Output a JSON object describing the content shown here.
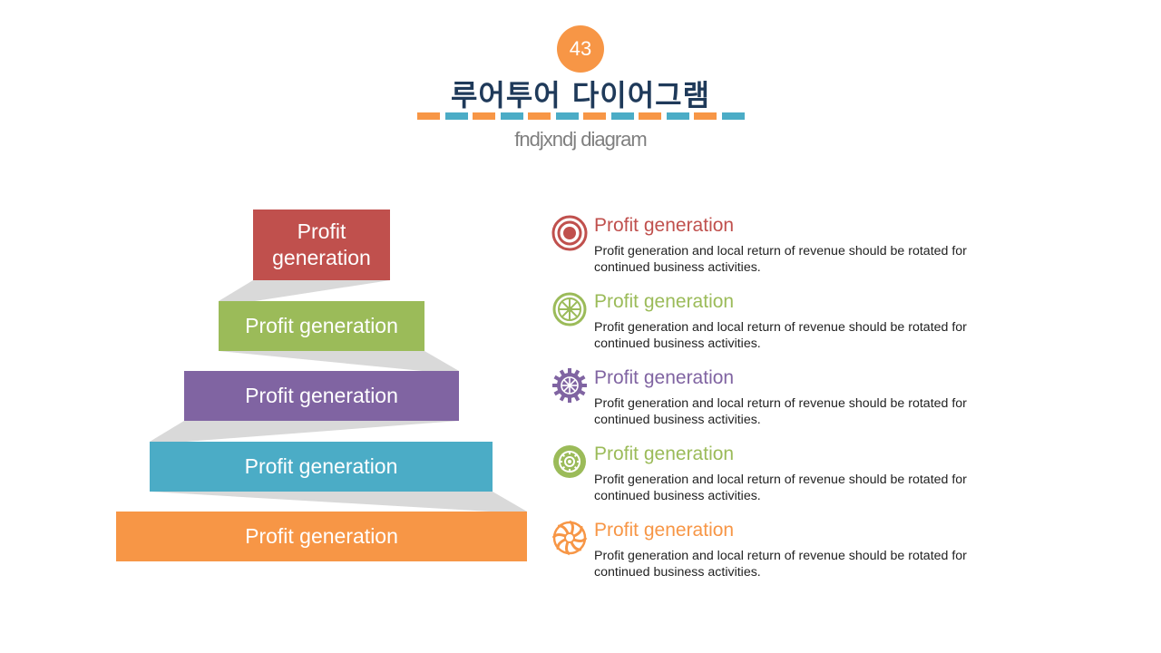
{
  "header": {
    "number": "43",
    "title": "루어투어 다이어그램",
    "subtitle": "fndjxndj diagram"
  },
  "colors": {
    "orange": "#f79646",
    "teal": "#4bacc6",
    "red": "#c0504d",
    "green": "#9bbb59",
    "purple": "#8064a2",
    "connector": "#d9d9d9"
  },
  "pyramid": {
    "blocks": [
      {
        "label": "Profit generation",
        "color": "#c0504d"
      },
      {
        "label": "Profit generation",
        "color": "#9bbb59"
      },
      {
        "label": "Profit generation",
        "color": "#8064a2"
      },
      {
        "label": "Profit generation",
        "color": "#4bacc6"
      },
      {
        "label": "Profit generation",
        "color": "#f79646"
      }
    ]
  },
  "items": [
    {
      "title": "Profit generation",
      "desc": "Profit generation and local return of revenue should be rotated for continued business activities.",
      "color": "#c0504d",
      "icon": "target-icon"
    },
    {
      "title": "Profit generation",
      "desc": "Profit generation and local return of revenue should be rotated for continued business activities.",
      "color": "#9bbb59",
      "icon": "wheel-icon"
    },
    {
      "title": "Profit generation",
      "desc": "Profit generation and local return of revenue should be rotated for continued business activities.",
      "color": "#8064a2",
      "icon": "gear-icon"
    },
    {
      "title": "Profit generation",
      "desc": "Profit generation and local return of revenue should be rotated for continued business activities.",
      "color": "#9bbb59",
      "icon": "dial-icon"
    },
    {
      "title": "Profit generation",
      "desc": "Profit generation and local return of revenue should be rotated for continued business activities.",
      "color": "#f79646",
      "icon": "spiral-icon"
    }
  ]
}
